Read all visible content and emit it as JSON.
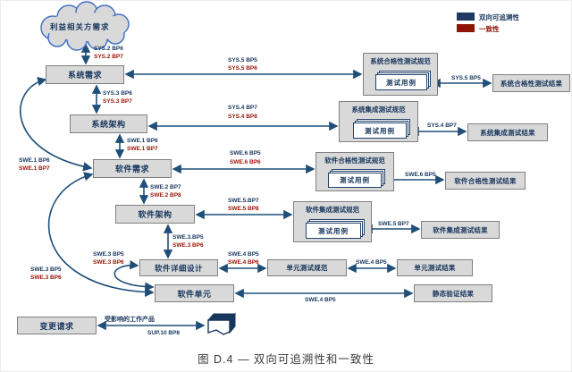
{
  "caption": "图 D.4 — 双向可追溯性和一致性",
  "legend": {
    "items": [
      {
        "label": "双向可追溯性",
        "color": "#1f3864"
      },
      {
        "label": "一致性",
        "color": "#8e1306"
      }
    ]
  },
  "cloud": {
    "label": "利益相关方需求"
  },
  "boxes": {
    "system_requirements": "系统需求",
    "system_architecture": "系统架构",
    "software_requirements": "软件需求",
    "software_architecture": "软件架构",
    "software_detailed_design": "软件详细设计",
    "software_units": "软件单元",
    "change_request": "变更请求",
    "test_cases": "测试用例",
    "system_qualification_test_spec": "系统合格性测试规范",
    "system_integration_test_spec": "系统集成测试规范",
    "software_qualification_test_spec": "软件合格性测试规范",
    "software_integration_test_spec": "软件集成测试规范",
    "unit_test_spec": "单元测试规范",
    "system_qualification_test_results": "系统合格性测试结果",
    "system_integration_test_results": "系统集成测试结果",
    "software_qualification_test_results": "软件合格性测试结果",
    "software_integration_test_results": "软件集成测试结果",
    "unit_test_results": "单元测试结果",
    "static_verification_results": "静态验证结果"
  },
  "edges": {
    "cloud_sysreq": {
      "trace": "SYS.2 BP6",
      "consistency": "SYS.2 BP7"
    },
    "sysreq_sysarch": {
      "trace": "SYS.3 BP6",
      "consistency": "SYS.3 BP7"
    },
    "sysarch_swreq": {
      "trace": "SWE.1 BP6",
      "consistency": "SWE.1 BP7"
    },
    "swreq_swarch": {
      "trace": "SWE.2 BP7",
      "consistency": "SWE.2 BP8"
    },
    "swarch_swdd": {
      "trace": "SWE.3.BP5",
      "consistency": "SWE.3 BP6"
    },
    "sysreq_swreq_curve": {
      "trace": "SWE.1 BP6",
      "consistency": "SWE.1 BP7"
    },
    "swreq_swunit_curve": {
      "trace": "SWE.3 BP5",
      "consistency": "SWE.3 BP6"
    },
    "swdd_swunit_loop": {
      "trace": "SWE.3 BP5",
      "consistency": "SWE.3 BP6"
    },
    "sysreq_sysqualspec": {
      "trace": "SYS.5 BP5",
      "consistency": "SYS.5 BP6"
    },
    "sysqualcases_results": {
      "trace": "SYS.5 BP5"
    },
    "sysarch_sysintspec": {
      "trace": "SYS.4 BP7",
      "consistency": "SYS.4 BP8"
    },
    "sysintcases_results": {
      "trace": "SYS.4 BP7"
    },
    "swreq_swqualspec": {
      "trace": "SWE.6 BP5",
      "consistency": "SWE.6 BP6"
    },
    "swqualcases_results": {
      "trace": "SWE.6 BP5"
    },
    "swarch_swintspec": {
      "trace": "SWE.5.BP7",
      "consistency": "SWE.5 BP8"
    },
    "swintcases_results": {
      "trace": "SWE.5 BP7"
    },
    "swdd_unitspec": {
      "trace": "SWE.4 BP5",
      "consistency": "SWE.4 BP6"
    },
    "unitspec_results": {
      "trace": "SWE.4 BP5"
    },
    "swunit_staticres": {
      "trace": "SWE.4 BP5"
    },
    "changereq_workproducts": {
      "label": "受影响的工作产品",
      "trace": "SUP.10 BP8"
    }
  }
}
